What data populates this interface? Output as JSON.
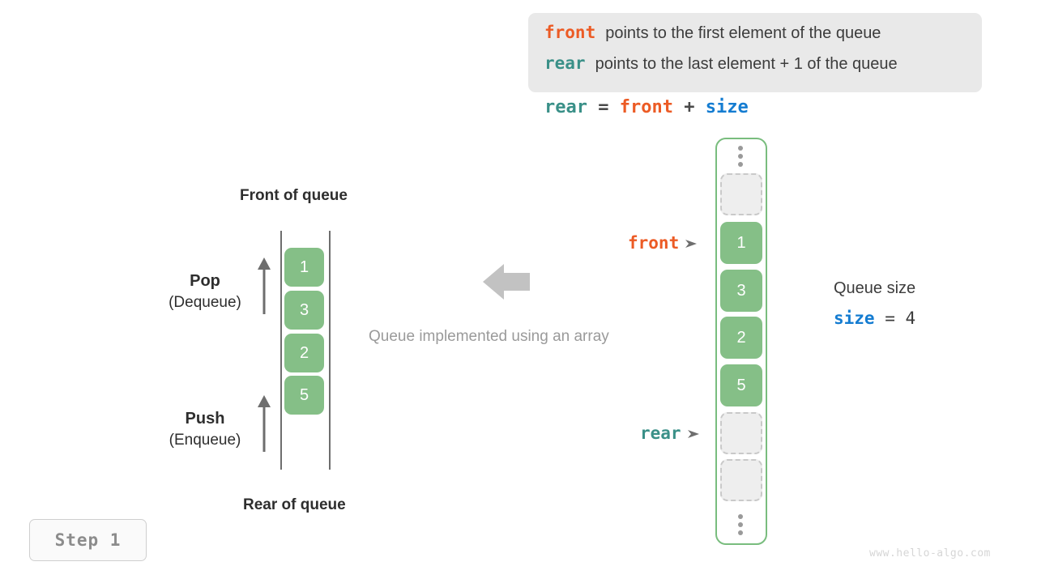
{
  "info_box": {
    "lines": [
      {
        "keyword": "front",
        "keyword_color": "#ec5b25",
        "text": "points to the first element of the queue"
      },
      {
        "keyword": "rear",
        "keyword_color": "#3a9088",
        "text": "points to the last element + 1 of the queue"
      }
    ]
  },
  "formula": {
    "lhs": "rear",
    "eq": "=",
    "rhs1": "front",
    "plus": "+",
    "rhs2": "size"
  },
  "left_stack": {
    "top_label": "Front of queue",
    "bottom_label": "Rear of queue",
    "pop": {
      "title": "Pop",
      "subtitle": "(Dequeue)"
    },
    "push": {
      "title": "Push",
      "subtitle": "(Enqueue)"
    },
    "cells": [
      "1",
      "3",
      "2",
      "5"
    ]
  },
  "center": {
    "caption": "Queue implemented using an array",
    "arrow": "left-arrow-icon"
  },
  "array": {
    "top_ellipsis": "vertical-ellipsis",
    "bottom_ellipsis": "vertical-ellipsis",
    "slots": [
      {
        "value": "",
        "state": "empty"
      },
      {
        "value": "1",
        "state": "filled"
      },
      {
        "value": "3",
        "state": "filled"
      },
      {
        "value": "2",
        "state": "filled"
      },
      {
        "value": "5",
        "state": "filled"
      },
      {
        "value": "",
        "state": "empty"
      },
      {
        "value": "",
        "state": "empty"
      }
    ],
    "pointers": {
      "front": {
        "label": "front",
        "color": "#ec5b25"
      },
      "rear": {
        "label": "rear",
        "color": "#3a9088"
      }
    }
  },
  "queue_size": {
    "label": "Queue size",
    "var": "size",
    "eq": "=",
    "value": "4"
  },
  "step_badge": {
    "label": "Step 1"
  },
  "watermark": {
    "text": "www.hello-algo.com"
  },
  "colors": {
    "front": "#ec5b25",
    "rear": "#3a9088",
    "size": "#147cd1",
    "cell_fill": "#85bf87",
    "container_border": "#79bd7e",
    "muted": "#9a9a9a"
  }
}
